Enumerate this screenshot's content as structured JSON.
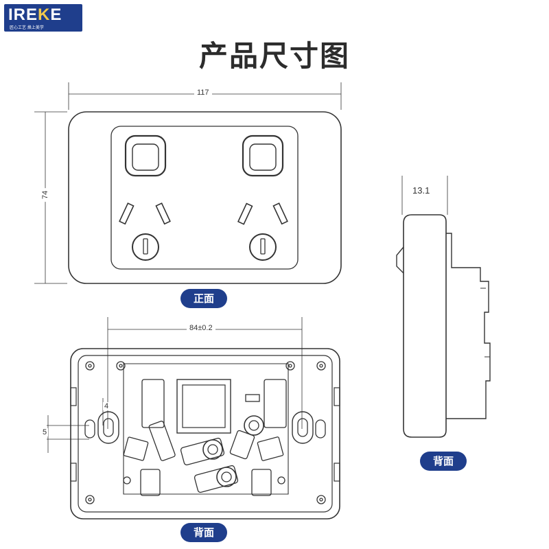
{
  "logo": {
    "brand": "IREKE",
    "slogan": "匠心工艺 焕上美学"
  },
  "title": "产品尺寸图",
  "labels": {
    "front": "正面",
    "back_bottom": "背面",
    "back_side": "背面"
  },
  "dimensions": {
    "width": "117",
    "height": "74",
    "depth": "13.1",
    "hole_spacing": "84±0.2",
    "d4": "4",
    "d5": "5"
  },
  "colors": {
    "brand_blue": "#1f3e8c",
    "line": "#333333"
  }
}
